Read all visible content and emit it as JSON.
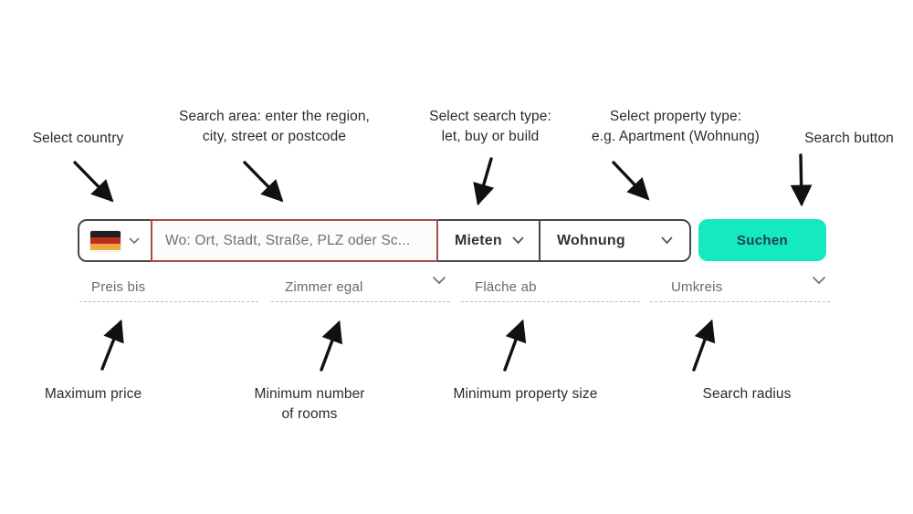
{
  "annotations": {
    "select_country": "Select country",
    "search_area": "Search area: enter the region,\ncity, street or postcode",
    "search_type": "Select search type:\nlet, buy or build",
    "property_type": "Select property type:\ne.g. Apartment (Wohnung)",
    "search_button": "Search button",
    "maximum_price": "Maximum price",
    "minimum_rooms": "Minimum number\nof rooms",
    "minimum_size": "Minimum property size",
    "search_radius": "Search radius"
  },
  "search_bar": {
    "country_selector": {
      "flag": "germany-flag-icon"
    },
    "location_input": {
      "placeholder": "Wo: Ort, Stadt, Straße, PLZ oder Sc..."
    },
    "search_type_dropdown": {
      "value": "Mieten"
    },
    "property_type_dropdown": {
      "value": "Wohnung"
    },
    "submit_button": {
      "label": "Suchen"
    }
  },
  "filters": [
    {
      "label": "Preis bis"
    },
    {
      "label": "Zimmer egal"
    },
    {
      "label": "Fläche ab"
    },
    {
      "label": "Umkreis"
    }
  ],
  "colors": {
    "accent_button": "#14e9c0",
    "input_highlight_border": "#a94b4b",
    "bar_border": "#474747",
    "button_text": "#1d3e48",
    "flag_black": "#1f1f1f",
    "flag_red": "#bf2c1f",
    "flag_gold": "#eda83b"
  }
}
